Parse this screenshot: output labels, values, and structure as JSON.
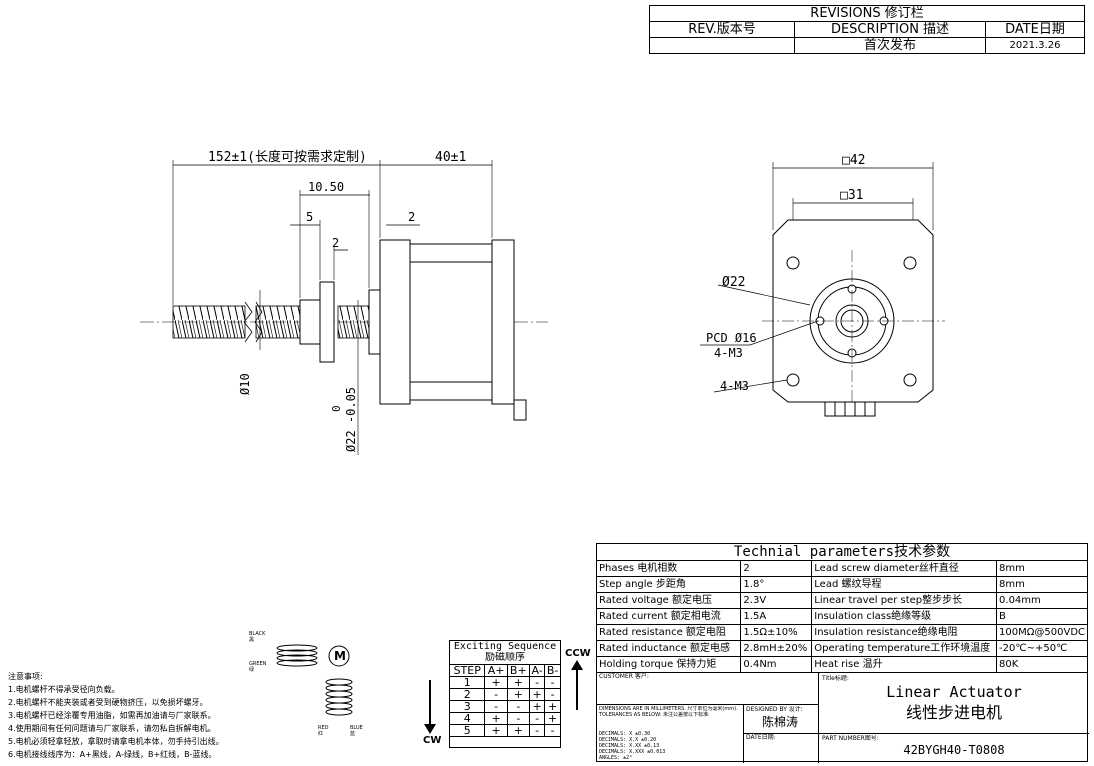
{
  "revisions": {
    "title": "REVISIONS 修订栏",
    "headers": [
      "REV.版本号",
      "DESCRIPTION 描述",
      "DATE日期"
    ],
    "rows": [
      [
        "",
        "首次发布",
        "2021.3.26"
      ]
    ]
  },
  "side_view": {
    "dim_total": "152±1(长度可按需求定制)",
    "dim_motor": "40±1",
    "dim_nut": "10.50",
    "dim_5": "5",
    "dim_2a": "2",
    "dim_2b": "2",
    "dim_dia10": "Ø10",
    "dim_dia22": "Ø22 -0.05",
    "dim_dia22_upper": "0"
  },
  "front_view": {
    "dim_42": "□42",
    "dim_31": "□31",
    "dim_dia22": "Ø22",
    "pcd": "PCD Ø16",
    "m3_inner": "4-M3",
    "m3_outer": "4-M3"
  },
  "tech": {
    "title": "Technial parameters技术参数",
    "rows": [
      [
        "Phases 电机相数",
        "2",
        "Lead screw diameter丝杆直径",
        "8mm"
      ],
      [
        "Step angle 步距角",
        "1.8°",
        "Lead 螺纹导程",
        "8mm"
      ],
      [
        "Rated voltage 额定电压",
        "2.3V",
        "Linear travel per step整步步长",
        "0.04mm"
      ],
      [
        "Rated current 额定相电流",
        "1.5A",
        "Insulation class绝缘等级",
        "B"
      ],
      [
        "Rated resistance 额定电阻",
        "1.5Ω±10%",
        "Insulation resistance绝缘电阻",
        "100MΩ@500VDC"
      ],
      [
        "Rated inductance 额定电感",
        "2.8mH±20%",
        "Operating temperature工作环境温度",
        "-20℃~+50℃"
      ],
      [
        "Holding torque 保持力矩",
        "0.4Nm",
        "Heat rise 温升",
        "80K"
      ]
    ]
  },
  "title_block": {
    "customer_label": "CUSTOMER 客户:",
    "title_label": "Title标题:",
    "title_en": "Linear Actuator",
    "title_cn": "线性步进电机",
    "dims_note": "DIMENSIONS ARE IN MILLIMETERS. 尺寸单位为毫米(mm). TOLERANCES AS BELOW: 未注公差按以下标准:",
    "tolerances": [
      "DECIMALS: X    ±0.30",
      "DECIMALS: X.X  ±0.20",
      "DECIMALS: X.XX ±0.13",
      "DECIMALS: X.XXX ±0.013",
      "ANGLES: ±2°"
    ],
    "designed_label": "DESIGNED BY 设计:",
    "designer": "陈棉涛",
    "date_label": "DATE日期:",
    "part_label": "PART NUMBER图号:",
    "part_number": "42BYGH40-T0808"
  },
  "sequence": {
    "title": "Exciting Sequence",
    "title_cn": "励磁顺序",
    "headers": [
      "STEP",
      "A+",
      "B+",
      "A-",
      "B-"
    ],
    "rows": [
      [
        "1",
        "+",
        "+",
        "-",
        "-"
      ],
      [
        "2",
        "-",
        "+",
        "+",
        "-"
      ],
      [
        "3",
        "-",
        "-",
        "+",
        "+"
      ],
      [
        "4",
        "+",
        "-",
        "-",
        "+"
      ],
      [
        "5",
        "+",
        "+",
        "-",
        "-"
      ]
    ],
    "ccw": "CCW",
    "cw": "CW"
  },
  "wiring": {
    "black": "BLACK 黑",
    "green": "GREEN 绿",
    "red": "RED 红",
    "blue": "BLUE 蓝",
    "motor": "M"
  },
  "notes": {
    "title": "注意事项:",
    "items": [
      "1.电机螺杆不得承受径向负载。",
      "2.电机螺杆不能夹装或者受到硬物挤压，以免损坏螺牙。",
      "3.电机螺杆已经涂覆专用油脂，如需再加油请与厂家联系。",
      "4.使用期间有任何问题请与厂家联系，请勿私自拆解电机。",
      "5.电机必须轻拿轻放，拿取时请拿电机本体，勿手持引出线。",
      "6.电机接线线序为：A+黑线，A-绿线，B+红线，B-蓝线。"
    ]
  }
}
